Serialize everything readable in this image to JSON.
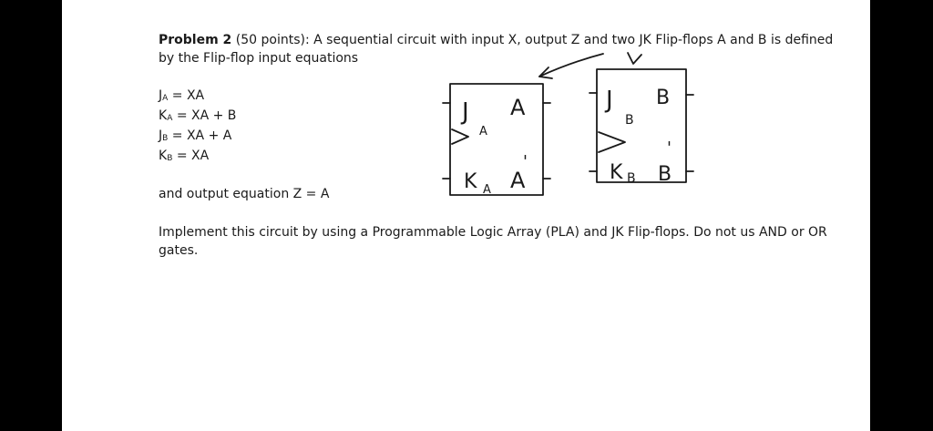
{
  "problem": {
    "heading": "Problem 2",
    "points": "(50 points):",
    "line1_rest": "A sequential circuit with  input X, output Z and  two JK Flip-flops A and B is defined",
    "line2": "by the Flip-flop input equations"
  },
  "equations": [
    {
      "lhs": "J",
      "sub": "A",
      "rhs": "= XA"
    },
    {
      "lhs": "K",
      "sub": "A",
      "rhs": "= XA + B"
    },
    {
      "lhs": "J",
      "sub": "B",
      "rhs": "= XA + A"
    },
    {
      "lhs": "K",
      "sub": "B",
      "rhs": "= XA"
    }
  ],
  "output_equation": "and output equation Z = A",
  "implement": {
    "line1": "Implement this circuit by using a Programmable Logic Array (PLA) and JK Flip-flops. Do not us AND or OR",
    "line2": "gates."
  },
  "sketch": {
    "ff_a": {
      "j": "J",
      "j_sub": "A",
      "q": "A",
      "k": "K",
      "k_sub": "A",
      "qn": "A",
      "qn_prime": "'"
    },
    "ff_b": {
      "j": "J",
      "j_sub": "B",
      "q": "B",
      "k": "K",
      "k_sub": "B",
      "qn": "B",
      "qn_prime": "'"
    }
  },
  "colors": {
    "ink": "#1a1a1a",
    "page": "#ffffff",
    "background": "#000000"
  }
}
